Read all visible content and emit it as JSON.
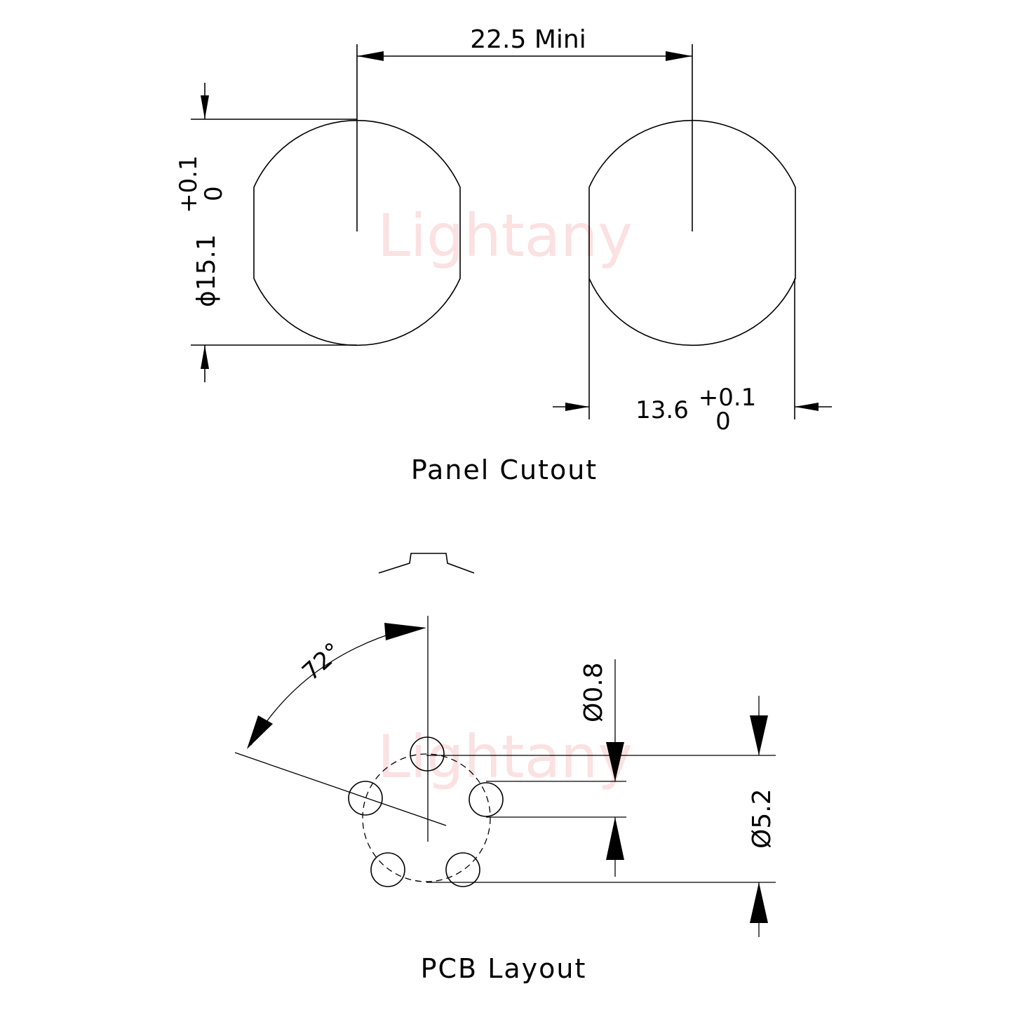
{
  "watermark": "Lightany",
  "panel": {
    "title": "Panel Cutout",
    "spacing": "22.5 Mini",
    "height_dim": "ϕ15.1",
    "height_tol_plus": "+0.1",
    "height_tol_minus": "0",
    "width_dim": "13.6",
    "width_tol_plus": "+0.1",
    "width_tol_minus": "0"
  },
  "pcb": {
    "title": "PCB Layout",
    "angle": "72°",
    "hole_dia": "Ø0.8",
    "circle_dia": "Ø5.2"
  }
}
